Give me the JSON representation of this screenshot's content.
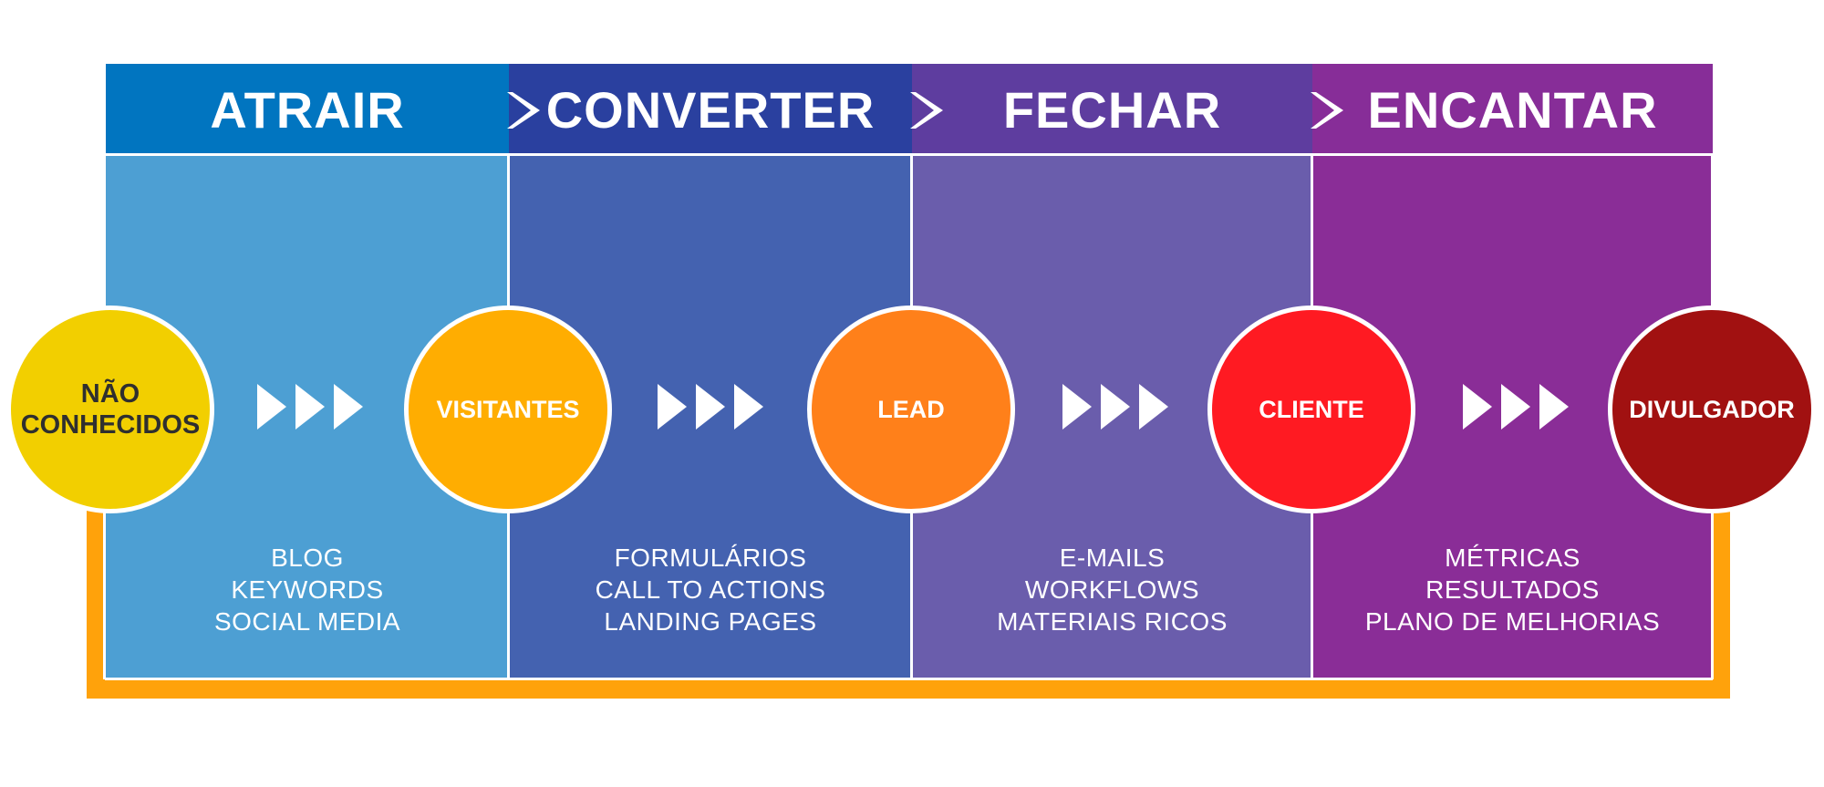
{
  "stages": [
    {
      "title": "ATRAIR",
      "tools": [
        "BLOG",
        "KEYWORDS",
        "SOCIAL MEDIA"
      ],
      "header_color": "#0175C0",
      "body_color": "#4D9FD3"
    },
    {
      "title": "CONVERTER",
      "tools": [
        "FORMULÁRIOS",
        "CALL TO ACTIONS",
        "LANDING PAGES"
      ],
      "header_color": "#2A409F",
      "body_color": "#4462B0"
    },
    {
      "title": "FECHAR",
      "tools": [
        "E-MAILS",
        "WORKFLOWS",
        "MATERIAIS RICOS"
      ],
      "header_color": "#5E3D9F",
      "body_color": "#6A5DAC"
    },
    {
      "title": "ENCANTAR",
      "tools": [
        "MÉTRICAS",
        "RESULTADOS",
        "PLANO DE MELHORIAS"
      ],
      "header_color": "#872D98",
      "body_color": "#8A2D97"
    }
  ],
  "nodes": [
    {
      "lines": [
        "NÃO",
        "CONHECIDOS"
      ],
      "color": "#F2CF00",
      "text_color": "#2f2f2f"
    },
    {
      "lines": [
        "VISITANTES"
      ],
      "color": "#FFAD01",
      "text_color": "#ffffff"
    },
    {
      "lines": [
        "LEAD"
      ],
      "color": "#FF801A",
      "text_color": "#ffffff"
    },
    {
      "lines": [
        "CLIENTE"
      ],
      "color": "#FF1A22",
      "text_color": "#ffffff"
    },
    {
      "lines": [
        "DIVULGADOR"
      ],
      "color": "#A11111",
      "text_color": "#ffffff"
    }
  ],
  "colors": {
    "loop_frame": "#FFA20B",
    "divider": "#ffffff"
  },
  "icons": {
    "flow_arrows": "triple-triangle-right-icon",
    "header_chevron": "chevron-right-icon"
  }
}
